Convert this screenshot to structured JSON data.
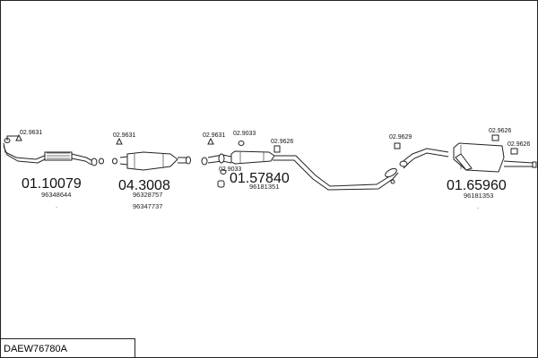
{
  "diagram_code": "DAEW76780A",
  "parts": [
    {
      "number": "01.10079",
      "refs": [
        "96348644"
      ]
    },
    {
      "number": "04.3008",
      "refs": [
        "96328757",
        "96347737"
      ]
    },
    {
      "number": "01.57840",
      "refs": [
        "96181351"
      ]
    },
    {
      "number": "01.65960",
      "refs": [
        "96181353"
      ]
    }
  ],
  "fittings": [
    "02.9631",
    "02.9631",
    "02.9631",
    "02.9033",
    "02.9626",
    "02.9033",
    "02.9629",
    "02.9626",
    "02.9626"
  ],
  "colors": {
    "line": "#222222",
    "background": "#ffffff"
  }
}
